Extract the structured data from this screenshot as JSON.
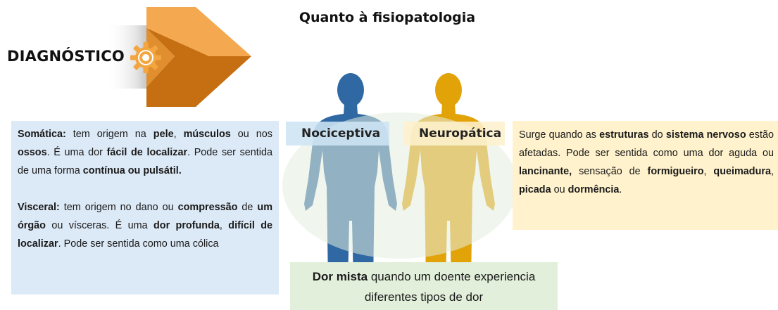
{
  "title": "Quanto à fisiopatologia",
  "badge": {
    "label": "DIAGNÓSTICO",
    "gear_icon": "gear-icon",
    "colors": {
      "chevron_light": "#f4a950",
      "chevron_dark": "#c56f12",
      "gear": "#f3a540"
    }
  },
  "figures": {
    "left": {
      "label": "Nociceptiva",
      "color": "#2f68a3"
    },
    "right": {
      "label": "Neuropática",
      "color": "#e2a309"
    },
    "overlap_color": "#e4eede"
  },
  "somatic": {
    "heading": "Somática:",
    "t1": " tem origem na ",
    "b1": "pele",
    "t2": ", ",
    "b2": "músculos",
    "t3": " ou nos ",
    "b3": "ossos",
    "t4": ". É uma dor ",
    "b4": "fácil de localizar",
    "t5": ". Pode ser sentida de uma forma ",
    "b5": "contínua ou pulsátil."
  },
  "visceral": {
    "heading": "Visceral:",
    "t1": " tem origem no dano ou ",
    "b1": "compressão",
    "t2": " de ",
    "b2": "um órgão",
    "t3": " ou vísceras. É uma ",
    "b3": "dor profunda",
    "t4": ", ",
    "b4": "difícil de localizar",
    "t5": ". Pode ser sentida como uma cólica"
  },
  "neuropathic": {
    "t1": "Surge quando as ",
    "b1": "estruturas",
    "t2": " do ",
    "b2": "sistema nervoso",
    "t3": " estão afetadas. Pode ser sentida como uma dor aguda ou ",
    "b3": "lancinante,",
    "t4": " sensação de ",
    "b4": "formigueiro",
    "t5": ", ",
    "b5": "queimadura",
    "t6": ", ",
    "b6": "picada",
    "t7": " ou ",
    "b7": "dormência",
    "t8": "."
  },
  "mixed": {
    "b1": "Dor mista",
    "t1": " quando um doente experiencia diferentes tipos de dor"
  }
}
